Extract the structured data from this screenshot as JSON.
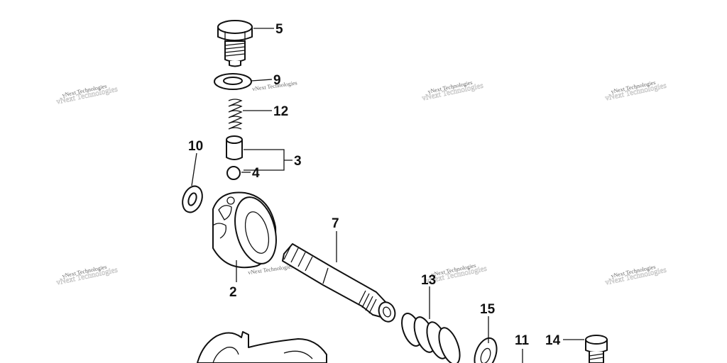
{
  "callouts": {
    "c2": "2",
    "c3": "3",
    "c4": "4",
    "c5": "5",
    "c7": "7",
    "c9": "9",
    "c10": "10",
    "c11": "11",
    "c12": "12",
    "c13": "13",
    "c14": "14",
    "c15": "15"
  },
  "watermark": {
    "text": "vNext Technologies"
  }
}
